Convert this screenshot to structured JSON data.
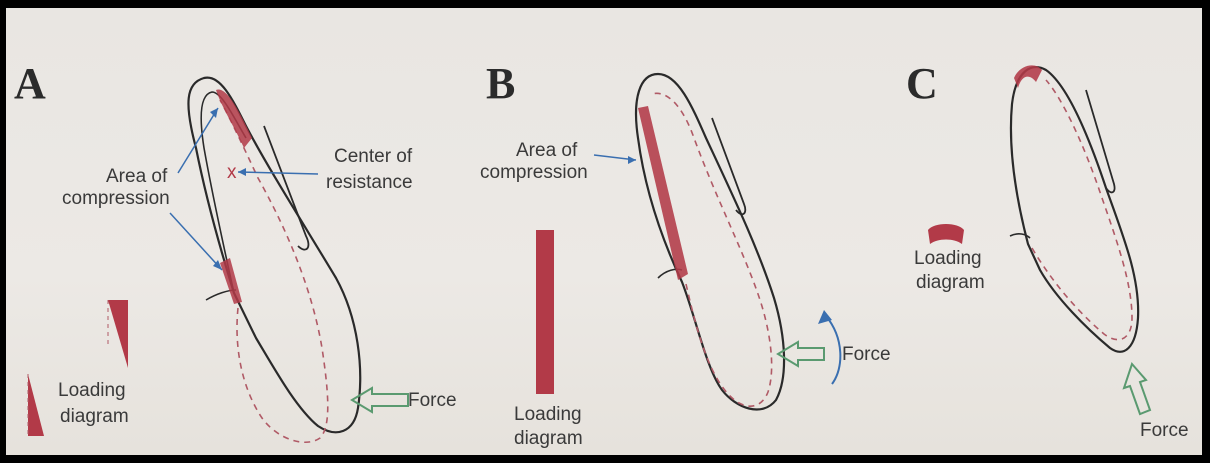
{
  "panels": [
    {
      "letter": "A",
      "area_label": [
        "Area of",
        "compression"
      ],
      "center_label": [
        "Center of",
        "resistance"
      ],
      "center_marker": "x",
      "loading_label": [
        "Loading",
        "diagram"
      ],
      "force_label": "Force"
    },
    {
      "letter": "B",
      "area_label": [
        "Area of",
        "compression"
      ],
      "loading_label": [
        "Loading",
        "diagram"
      ],
      "force_label": "Force"
    },
    {
      "letter": "C",
      "loading_label": [
        "Loading",
        "diagram"
      ],
      "force_label": "Force"
    }
  ],
  "colors": {
    "compression": "#b23a48",
    "outline": "#2a2a2a",
    "dashed": "#b05a66",
    "arrow_blue": "#3a6fb0",
    "force_arrow": "#5a9a70"
  }
}
